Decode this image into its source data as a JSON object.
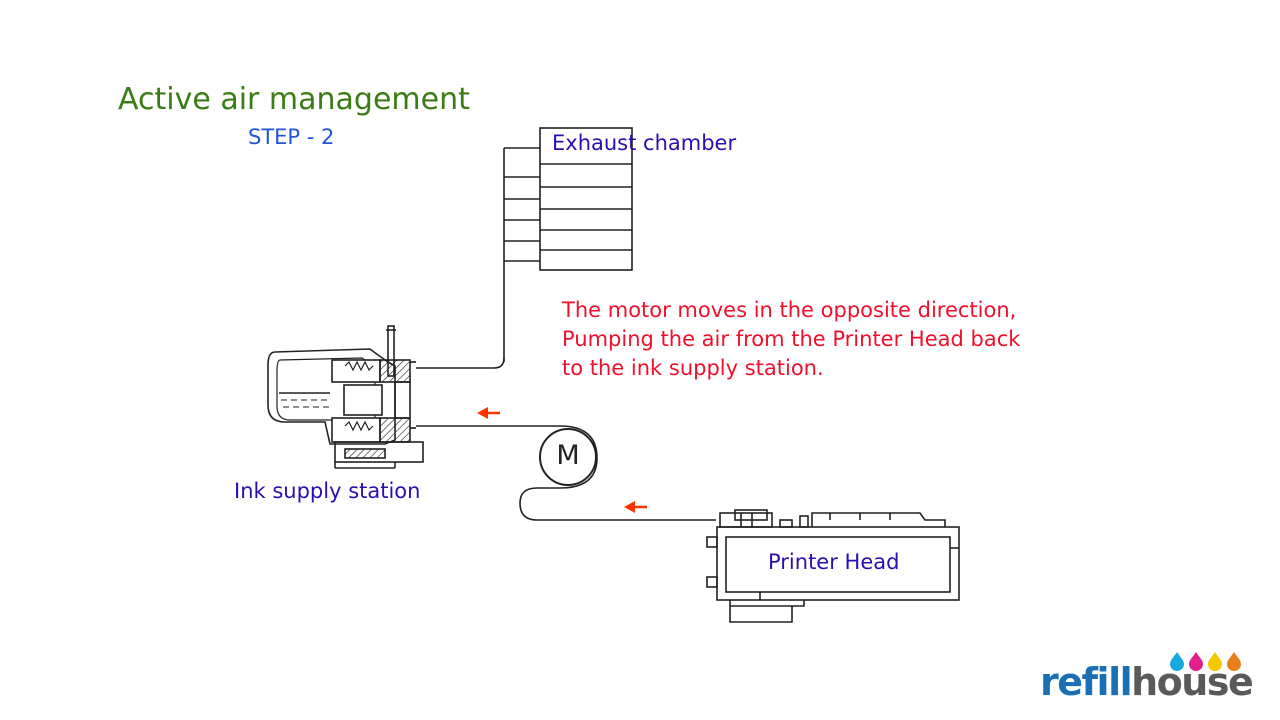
{
  "slide": {
    "title": "Active air management",
    "step": "STEP - 2",
    "description_lines": [
      "The motor moves in the opposite direction,",
      "Pumping the air from the Printer Head back",
      "to the ink supply station."
    ]
  },
  "diagram": {
    "exhaust_chamber_label": "Exhaust chamber",
    "motor_label": "M",
    "ink_supply_label": "Ink supply station",
    "printer_head_label": "Printer Head",
    "flow_arrows": [
      "left-arrow",
      "left-arrow"
    ]
  },
  "logo": {
    "part1": "refill",
    "part2": "house",
    "drop_colors": [
      "#18a8e0",
      "#e0208c",
      "#f2c800",
      "#e87f1a"
    ]
  },
  "colors": {
    "title": "#3a7d16",
    "step": "#1f55d6",
    "label": "#2a0fb0",
    "description": "#f0102c",
    "arrow": "#ff3300",
    "line": "#222222"
  }
}
